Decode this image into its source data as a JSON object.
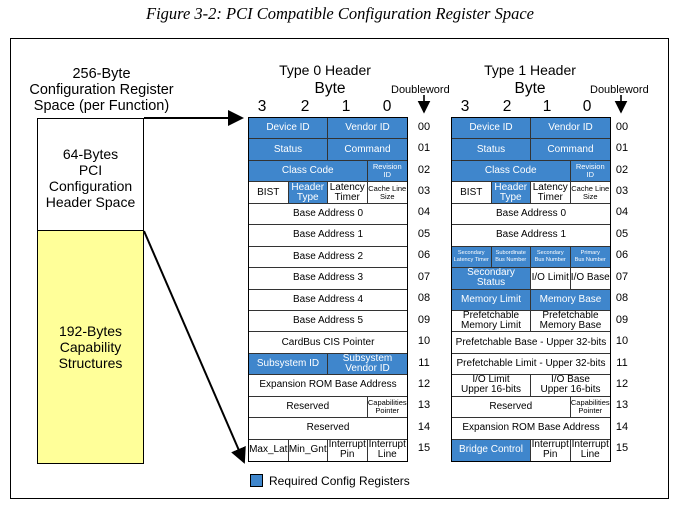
{
  "caption": "Figure 3-2: PCI Compatible Configuration Register Space",
  "left": {
    "title": [
      "256-Byte",
      "Configuration Register",
      "Space (per Function)"
    ],
    "header_block": [
      "64-Bytes",
      "PCI Configuration",
      "Header Space"
    ],
    "capability_block": [
      "192-Bytes",
      "Capability",
      "Structures"
    ],
    "capability_color": "#ffff99"
  },
  "type0": {
    "title": "Type 0 Header",
    "byte_label": "Byte",
    "doubleword_label": "Doubleword",
    "byte_numbers": [
      "3",
      "2",
      "1",
      "0"
    ],
    "rows": [
      {
        "dword": "00",
        "cells": [
          {
            "text": "Device ID",
            "span": 2,
            "req": true
          },
          {
            "text": "Vendor ID",
            "span": 2,
            "req": true
          }
        ]
      },
      {
        "dword": "01",
        "cells": [
          {
            "text": "Status",
            "span": 2,
            "req": true
          },
          {
            "text": "Command",
            "span": 2,
            "req": true
          }
        ]
      },
      {
        "dword": "02",
        "cells": [
          {
            "text": "Class Code",
            "span": 3,
            "req": true
          },
          {
            "text": "Revision\nID",
            "span": 1,
            "req": true,
            "size": "sm"
          }
        ]
      },
      {
        "dword": "03",
        "cells": [
          {
            "text": "BIST",
            "span": 1
          },
          {
            "text": "Header\nType",
            "span": 1,
            "req": true
          },
          {
            "text": "Latency\nTimer",
            "span": 1
          },
          {
            "text": "Cache Line\nSize",
            "span": 1,
            "size": "sm"
          }
        ]
      },
      {
        "dword": "04",
        "cells": [
          {
            "text": "Base Address 0",
            "span": 4
          }
        ]
      },
      {
        "dword": "05",
        "cells": [
          {
            "text": "Base Address 1",
            "span": 4
          }
        ]
      },
      {
        "dword": "06",
        "cells": [
          {
            "text": "Base Address 2",
            "span": 4
          }
        ]
      },
      {
        "dword": "07",
        "cells": [
          {
            "text": "Base Address 3",
            "span": 4
          }
        ]
      },
      {
        "dword": "08",
        "cells": [
          {
            "text": "Base Address 4",
            "span": 4
          }
        ]
      },
      {
        "dword": "09",
        "cells": [
          {
            "text": "Base Address 5",
            "span": 4
          }
        ]
      },
      {
        "dword": "10",
        "cells": [
          {
            "text": "CardBus CIS Pointer",
            "span": 4
          }
        ]
      },
      {
        "dword": "11",
        "cells": [
          {
            "text": "Subsystem ID",
            "span": 2,
            "req": true
          },
          {
            "text": "Subsystem\nVendor ID",
            "span": 2,
            "req": true
          }
        ]
      },
      {
        "dword": "12",
        "cells": [
          {
            "text": "Expansion ROM Base Address",
            "span": 4
          }
        ]
      },
      {
        "dword": "13",
        "cells": [
          {
            "text": "Reserved",
            "span": 3
          },
          {
            "text": "Capabilities\nPointer",
            "span": 1,
            "size": "sm"
          }
        ]
      },
      {
        "dword": "14",
        "cells": [
          {
            "text": "Reserved",
            "span": 4
          }
        ]
      },
      {
        "dword": "15",
        "cells": [
          {
            "text": "Max_Lat",
            "span": 1
          },
          {
            "text": "Min_Gnt",
            "span": 1
          },
          {
            "text": "Interrupt\nPin",
            "span": 1
          },
          {
            "text": "Interrupt\nLine",
            "span": 1
          }
        ]
      }
    ]
  },
  "type1": {
    "title": "Type 1 Header",
    "byte_label": "Byte",
    "doubleword_label": "Doubleword",
    "byte_numbers": [
      "3",
      "2",
      "1",
      "0"
    ],
    "rows": [
      {
        "dword": "00",
        "cells": [
          {
            "text": "Device ID",
            "span": 2,
            "req": true
          },
          {
            "text": "Vendor ID",
            "span": 2,
            "req": true
          }
        ]
      },
      {
        "dword": "01",
        "cells": [
          {
            "text": "Status",
            "span": 2,
            "req": true
          },
          {
            "text": "Command",
            "span": 2,
            "req": true
          }
        ]
      },
      {
        "dword": "02",
        "cells": [
          {
            "text": "Class Code",
            "span": 3,
            "req": true
          },
          {
            "text": "Revision\nID",
            "span": 1,
            "req": true,
            "size": "sm"
          }
        ]
      },
      {
        "dword": "03",
        "cells": [
          {
            "text": "BIST",
            "span": 1
          },
          {
            "text": "Header\nType",
            "span": 1,
            "req": true
          },
          {
            "text": "Latency\nTimer",
            "span": 1
          },
          {
            "text": "Cache Line\nSize",
            "span": 1,
            "size": "sm"
          }
        ]
      },
      {
        "dword": "04",
        "cells": [
          {
            "text": "Base Address 0",
            "span": 4
          }
        ]
      },
      {
        "dword": "05",
        "cells": [
          {
            "text": "Base Address 1",
            "span": 4
          }
        ]
      },
      {
        "dword": "06",
        "cells": [
          {
            "text": "Secondary\nLatency Timer",
            "span": 1,
            "req": true,
            "size": "xs"
          },
          {
            "text": "Subordinate\nBus Number",
            "span": 1,
            "req": true,
            "size": "xs"
          },
          {
            "text": "Secondary\nBus Number",
            "span": 1,
            "req": true,
            "size": "xs"
          },
          {
            "text": "Primary\nBus Number",
            "span": 1,
            "req": true,
            "size": "xs"
          }
        ]
      },
      {
        "dword": "07",
        "cells": [
          {
            "text": "Secondary Status",
            "span": 2,
            "req": true
          },
          {
            "text": "I/O Limit",
            "span": 1
          },
          {
            "text": "I/O Base",
            "span": 1
          }
        ]
      },
      {
        "dword": "08",
        "cells": [
          {
            "text": "Memory Limit",
            "span": 2,
            "req": true
          },
          {
            "text": "Memory Base",
            "span": 2,
            "req": true
          }
        ]
      },
      {
        "dword": "09",
        "cells": [
          {
            "text": "Prefetchable\nMemory Limit",
            "span": 2
          },
          {
            "text": "Prefetchable\nMemory Base",
            "span": 2
          }
        ]
      },
      {
        "dword": "10",
        "cells": [
          {
            "text": "Prefetchable Base - Upper 32-bits",
            "span": 4
          }
        ]
      },
      {
        "dword": "11",
        "cells": [
          {
            "text": "Prefetchable Limit - Upper 32-bits",
            "span": 4
          }
        ]
      },
      {
        "dword": "12",
        "cells": [
          {
            "text": "I/O Limit\nUpper 16-bits",
            "span": 2
          },
          {
            "text": "I/O Base\nUpper 16-bits",
            "span": 2
          }
        ]
      },
      {
        "dword": "13",
        "cells": [
          {
            "text": "Reserved",
            "span": 3
          },
          {
            "text": "Capabilities\nPointer",
            "span": 1,
            "size": "sm"
          }
        ]
      },
      {
        "dword": "14",
        "cells": [
          {
            "text": "Expansion ROM Base Address",
            "span": 4
          }
        ]
      },
      {
        "dword": "15",
        "cells": [
          {
            "text": "Bridge Control",
            "span": 2,
            "req": true
          },
          {
            "text": "Interrupt\nPin",
            "span": 1
          },
          {
            "text": "Interrupt\nLine",
            "span": 1
          }
        ]
      }
    ]
  },
  "legend": {
    "label": "Required Config Registers",
    "color": "#3f86cc"
  }
}
